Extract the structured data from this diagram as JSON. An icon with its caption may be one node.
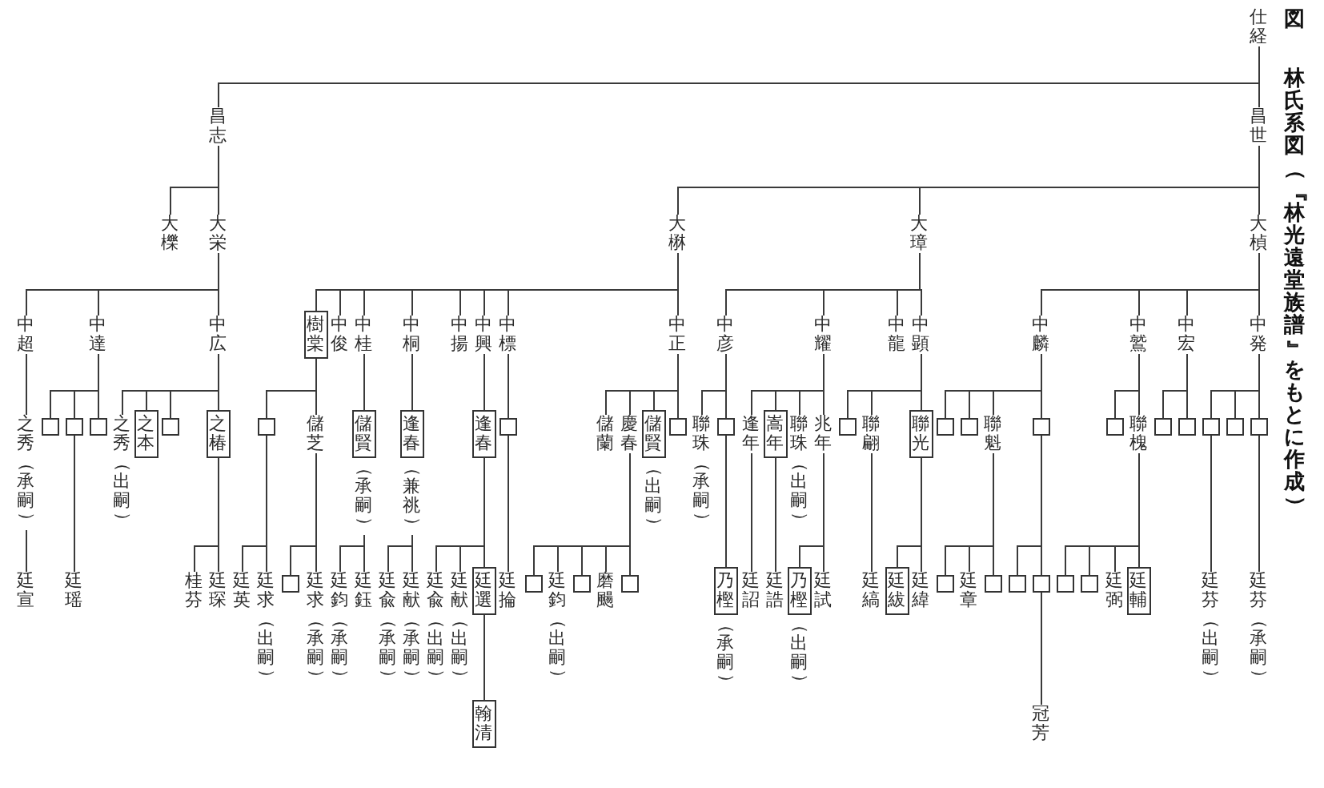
{
  "diagram": {
    "title": "林氏系図（『林光遠堂族譜』をもとに作成）",
    "nodes": [
      {
        "text": [
          "仕経"
        ]
      },
      {
        "text": [
          "昌世"
        ]
      },
      {
        "text": [
          "昌志"
        ]
      },
      {
        "text": [
          "大楨"
        ]
      },
      {
        "text": [
          "大璋"
        ]
      },
      {
        "text": [
          "大楙"
        ]
      },
      {
        "text": [
          "大栄"
        ]
      },
      {
        "text": [
          "大櫟"
        ]
      },
      {
        "text": [
          "中発"
        ]
      },
      {
        "text": [
          "中宏"
        ]
      },
      {
        "text": [
          "中鷲"
        ]
      },
      {
        "text": [
          "中麟"
        ]
      },
      {
        "text": [
          "中顕"
        ]
      },
      {
        "text": [
          "中龍"
        ]
      },
      {
        "text": [
          "中耀"
        ]
      },
      {
        "text": [
          "中彦"
        ]
      },
      {
        "text": [
          "中正"
        ]
      },
      {
        "text": [
          "中標"
        ]
      },
      {
        "text": [
          "中興"
        ]
      },
      {
        "text": [
          "中揚"
        ]
      },
      {
        "text": [
          "中桐"
        ]
      },
      {
        "text": [
          "中桂"
        ]
      },
      {
        "text": [
          "中俊"
        ]
      },
      {
        "text": [
          "樹棠"
        ]
      },
      {
        "text": [
          "中広"
        ]
      },
      {
        "text": [
          "中達"
        ]
      },
      {
        "text": [
          "中超"
        ]
      },
      {
        "text": [],
        "shape": "box"
      },
      {
        "text": [],
        "shape": "box"
      },
      {
        "text": [],
        "shape": "box"
      },
      {
        "text": [],
        "shape": "box"
      },
      {
        "text": [],
        "shape": "box"
      },
      {
        "text": [
          "聯槐"
        ]
      },
      {
        "text": [],
        "shape": "box"
      },
      {
        "text": [],
        "shape": "box"
      },
      {
        "text": [
          "聯魁"
        ]
      },
      {
        "text": [],
        "shape": "box"
      },
      {
        "text": [],
        "shape": "box"
      },
      {
        "text": [
          "聯光"
        ]
      },
      {
        "text": [
          "聯翩"
        ]
      },
      {
        "text": [],
        "shape": "box"
      },
      {
        "text": [
          "兆年"
        ]
      },
      {
        "text": [
          "聯珠（出嗣）"
        ]
      },
      {
        "text": [
          "嵩年"
        ]
      },
      {
        "text": [
          "逢年"
        ]
      },
      {
        "text": [],
        "shape": "box"
      },
      {
        "text": [
          "聯珠（承嗣）"
        ]
      },
      {
        "text": [],
        "shape": "box"
      },
      {
        "text": [
          "儲賢"
        ],
        "beside": [
          "（出嗣）"
        ]
      },
      {
        "text": [
          "慶春"
        ]
      },
      {
        "text": [
          "儲蘭"
        ]
      },
      {
        "text": [],
        "shape": "box"
      },
      {
        "text": [
          "逢春"
        ]
      },
      {
        "text": [
          "逢春"
        ],
        "beside": [
          "（兼祧）"
        ]
      },
      {
        "text": [
          "儲賢"
        ],
        "beside": [
          "（承嗣）"
        ]
      },
      {
        "text": [
          "儲芝"
        ]
      },
      {
        "text": [],
        "shape": "box"
      },
      {
        "text": [
          "之椿"
        ]
      },
      {
        "text": [],
        "shape": "box"
      },
      {
        "text": [
          "之本"
        ]
      },
      {
        "text": [
          "之秀（出嗣）"
        ]
      },
      {
        "text": [],
        "shape": "box"
      },
      {
        "text": [],
        "shape": "box"
      },
      {
        "text": [],
        "shape": "box"
      },
      {
        "text": [
          "之秀（承嗣）"
        ]
      },
      {
        "text": [
          "廷芬（承嗣）"
        ]
      },
      {
        "text": [
          "廷芬（出嗣）"
        ]
      },
      {
        "text": [
          "廷輔"
        ]
      },
      {
        "text": [
          "廷弼"
        ]
      },
      {
        "text": [],
        "shape": "box"
      },
      {
        "text": [],
        "shape": "box"
      },
      {
        "text": [],
        "shape": "box"
      },
      {
        "text": [],
        "shape": "box"
      },
      {
        "text": [],
        "shape": "box"
      },
      {
        "text": [
          "廷章"
        ]
      },
      {
        "text": [],
        "shape": "box"
      },
      {
        "text": [
          "廷緯"
        ]
      },
      {
        "text": [
          "廷紱"
        ]
      },
      {
        "text": [
          "廷縞"
        ]
      },
      {
        "text": [
          "廷試"
        ]
      },
      {
        "text": [
          "乃樫"
        ],
        "beside": [
          "（出嗣）"
        ]
      },
      {
        "text": [
          "廷誥"
        ]
      },
      {
        "text": [
          "廷詔"
        ]
      },
      {
        "text": [
          "乃樫"
        ],
        "beside": [
          "（承嗣）"
        ]
      },
      {
        "text": [],
        "shape": "box"
      },
      {
        "text": [
          "磨颺"
        ]
      },
      {
        "text": [],
        "shape": "box"
      },
      {
        "text": [
          "廷鈞（出嗣）"
        ]
      },
      {
        "text": [],
        "shape": "box"
      },
      {
        "text": [
          "廷掄"
        ]
      },
      {
        "text": [
          "廷選"
        ]
      },
      {
        "text": [
          "廷献（出嗣）"
        ]
      },
      {
        "text": [
          "廷兪（出嗣）"
        ]
      },
      {
        "text": [
          "廷献（承嗣）"
        ]
      },
      {
        "text": [
          "廷兪（承嗣）"
        ]
      },
      {
        "text": [
          "廷鈺"
        ]
      },
      {
        "text": [
          "廷鈞（承嗣）"
        ]
      },
      {
        "text": [
          "廷求（承嗣）"
        ]
      },
      {
        "text": [],
        "shape": "box"
      },
      {
        "text": [
          "廷求（出嗣）"
        ]
      },
      {
        "text": [
          "廷英"
        ]
      },
      {
        "text": [
          "廷琛"
        ]
      },
      {
        "text": [
          "桂芬"
        ]
      },
      {
        "text": [
          "廷瑶"
        ]
      },
      {
        "text": [
          "廷宣"
        ]
      },
      {
        "text": [
          "冠芳"
        ]
      },
      {
        "text": [
          "翰清"
        ]
      }
    ],
    "edges": [
      {
        "from": 0,
        "to": 1,
        "arrow": "none"
      },
      {
        "from": 0,
        "to": 2,
        "arrow": "none"
      },
      {
        "from": 1,
        "to": 3,
        "arrow": "none"
      },
      {
        "from": 1,
        "to": 4,
        "arrow": "none"
      },
      {
        "from": 1,
        "to": 5,
        "arrow": "none"
      },
      {
        "from": 2,
        "to": 6,
        "arrow": "none"
      },
      {
        "from": 2,
        "to": 7,
        "arrow": "none"
      },
      {
        "from": 3,
        "to": 8,
        "arrow": "none"
      },
      {
        "from": 3,
        "to": 9,
        "arrow": "none"
      },
      {
        "from": 3,
        "to": 10,
        "arrow": "none"
      },
      {
        "from": 3,
        "to": 11,
        "arrow": "none"
      },
      {
        "from": 4,
        "to": 12,
        "arrow": "none"
      },
      {
        "from": 4,
        "to": 13,
        "arrow": "none"
      },
      {
        "from": 4,
        "to": 14,
        "arrow": "none"
      },
      {
        "from": 4,
        "to": 15,
        "arrow": "none"
      },
      {
        "from": 5,
        "to": 16,
        "arrow": "none"
      },
      {
        "from": 5,
        "to": 17,
        "arrow": "none"
      },
      {
        "from": 5,
        "to": 18,
        "arrow": "none"
      },
      {
        "from": 5,
        "to": 19,
        "arrow": "none"
      },
      {
        "from": 5,
        "to": 20,
        "arrow": "none"
      },
      {
        "from": 5,
        "to": 21,
        "arrow": "none"
      },
      {
        "from": 5,
        "to": 22,
        "arrow": "none"
      },
      {
        "from": 5,
        "to": 23,
        "arrow": "none"
      },
      {
        "from": 6,
        "to": 24,
        "arrow": "none"
      },
      {
        "from": 6,
        "to": 25,
        "arrow": "none"
      },
      {
        "from": 6,
        "to": 26,
        "arrow": "none"
      },
      {
        "from": 8,
        "to": 27,
        "arrow": "none"
      },
      {
        "from": 8,
        "to": 28,
        "arrow": "none"
      },
      {
        "from": 8,
        "to": 29,
        "arrow": "none"
      },
      {
        "from": 9,
        "to": 30,
        "arrow": "none"
      },
      {
        "from": 9,
        "to": 31,
        "arrow": "none"
      },
      {
        "from": 10,
        "to": 32,
        "arrow": "none"
      },
      {
        "from": 10,
        "to": 33,
        "arrow": "none"
      },
      {
        "from": 11,
        "to": 34,
        "arrow": "none"
      },
      {
        "from": 11,
        "to": 35,
        "arrow": "none"
      },
      {
        "from": 11,
        "to": 36,
        "arrow": "none"
      },
      {
        "from": 11,
        "to": 37,
        "arrow": "none"
      },
      {
        "from": 12,
        "to": 38,
        "arrow": "none"
      },
      {
        "from": 12,
        "to": 39,
        "arrow": "none"
      },
      {
        "from": 12,
        "to": 40,
        "arrow": "none"
      },
      {
        "from": 14,
        "to": 41,
        "arrow": "none"
      },
      {
        "from": 14,
        "to": 42,
        "arrow": "none"
      },
      {
        "from": 14,
        "to": 43,
        "arrow": "none"
      },
      {
        "from": 14,
        "to": 44,
        "arrow": "none"
      },
      {
        "from": 15,
        "to": 45,
        "arrow": "none"
      },
      {
        "from": 15,
        "to": 46,
        "arrow": "none"
      },
      {
        "from": 16,
        "to": 47,
        "arrow": "none"
      },
      {
        "from": 16,
        "to": 48,
        "arrow": "none"
      },
      {
        "from": 16,
        "to": 49,
        "arrow": "none"
      },
      {
        "from": 16,
        "to": 50,
        "arrow": "none"
      },
      {
        "from": 17,
        "to": 51,
        "arrow": "none"
      },
      {
        "from": 18,
        "to": 52,
        "arrow": "none"
      },
      {
        "from": 20,
        "to": 53,
        "arrow": "none"
      },
      {
        "from": 21,
        "to": 54,
        "arrow": "none"
      },
      {
        "from": 23,
        "to": 55,
        "arrow": "none"
      },
      {
        "from": 23,
        "to": 56,
        "arrow": "none"
      },
      {
        "from": 24,
        "to": 57,
        "arrow": "none"
      },
      {
        "from": 24,
        "to": 58,
        "arrow": "none"
      },
      {
        "from": 24,
        "to": 59,
        "arrow": "none"
      },
      {
        "from": 24,
        "to": 60,
        "arrow": "none"
      },
      {
        "from": 25,
        "to": 61,
        "arrow": "none"
      },
      {
        "from": 25,
        "to": 62,
        "arrow": "none"
      },
      {
        "from": 25,
        "to": 63,
        "arrow": "none"
      },
      {
        "from": 26,
        "to": 64,
        "arrow": "none"
      },
      {
        "from": 27,
        "to": 65,
        "arrow": "none"
      },
      {
        "from": 29,
        "to": 66,
        "arrow": "none"
      },
      {
        "from": 32,
        "to": 67,
        "arrow": "none"
      },
      {
        "from": 32,
        "to": 68,
        "arrow": "none"
      },
      {
        "from": 32,
        "to": 69,
        "arrow": "none"
      },
      {
        "from": 32,
        "to": 70,
        "arrow": "none"
      },
      {
        "from": 34,
        "to": 71,
        "arrow": "none"
      },
      {
        "from": 34,
        "to": 72,
        "arrow": "none"
      },
      {
        "from": 35,
        "to": 73,
        "arrow": "none"
      },
      {
        "from": 35,
        "to": 74,
        "arrow": "none"
      },
      {
        "from": 35,
        "to": 75,
        "arrow": "none"
      },
      {
        "from": 38,
        "to": 76,
        "arrow": "none"
      },
      {
        "from": 38,
        "to": 77,
        "arrow": "none"
      },
      {
        "from": 39,
        "to": 78,
        "arrow": "none"
      },
      {
        "from": 41,
        "to": 79,
        "arrow": "none"
      },
      {
        "from": 41,
        "to": 80,
        "arrow": "none"
      },
      {
        "from": 43,
        "to": 81,
        "arrow": "none"
      },
      {
        "from": 44,
        "to": 82,
        "arrow": "none"
      },
      {
        "from": 45,
        "to": 83,
        "arrow": "none"
      },
      {
        "from": 49,
        "to": 84,
        "arrow": "none"
      },
      {
        "from": 49,
        "to": 85,
        "arrow": "none"
      },
      {
        "from": 49,
        "to": 86,
        "arrow": "none"
      },
      {
        "from": 49,
        "to": 87,
        "arrow": "none"
      },
      {
        "from": 49,
        "to": 88,
        "arrow": "none"
      },
      {
        "from": 51,
        "to": 89,
        "arrow": "none"
      },
      {
        "from": 52,
        "to": 90,
        "arrow": "none"
      },
      {
        "from": 52,
        "to": 91,
        "arrow": "none"
      },
      {
        "from": 52,
        "to": 92,
        "arrow": "none"
      },
      {
        "from": 53,
        "to": 93,
        "arrow": "none"
      },
      {
        "from": 53,
        "to": 94,
        "arrow": "none"
      },
      {
        "from": 54,
        "to": 95,
        "arrow": "none"
      },
      {
        "from": 54,
        "to": 96,
        "arrow": "none"
      },
      {
        "from": 55,
        "to": 97,
        "arrow": "none"
      },
      {
        "from": 55,
        "to": 98,
        "arrow": "none"
      },
      {
        "from": 56,
        "to": 99,
        "arrow": "none"
      },
      {
        "from": 56,
        "to": 100,
        "arrow": "none"
      },
      {
        "from": 57,
        "to": 101,
        "arrow": "none"
      },
      {
        "from": 57,
        "to": 102,
        "arrow": "none"
      },
      {
        "from": 62,
        "to": 103,
        "arrow": "none"
      },
      {
        "from": 64,
        "to": 104,
        "arrow": "none"
      },
      {
        "from": 71,
        "to": 105,
        "arrow": "none"
      },
      {
        "from": 90,
        "to": 106,
        "arrow": "none"
      }
    ],
    "labels": [
      "図"
    ]
  }
}
